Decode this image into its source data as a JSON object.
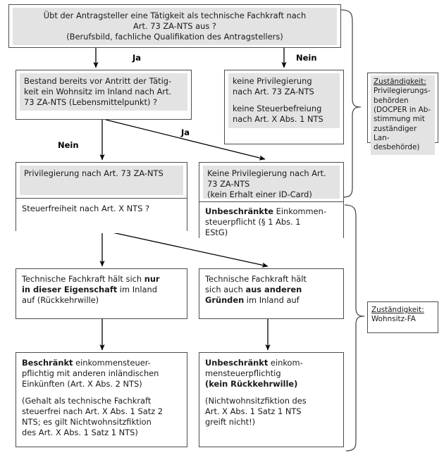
{
  "diagram": {
    "title": "Pruefschema technische Fachkraft Art. 73 ZA-NTS",
    "language": "de",
    "colors": {
      "shaded_fill": "#e3e3e3",
      "box_border": "#4d4d4d",
      "line": "#000000",
      "background": "#ffffff"
    }
  },
  "nodes": {
    "question_top": {
      "line1": "Übt der Antragsteller eine Tätigkeit als technische Fachkraft nach",
      "line2": "Art. 73 ZA-NTS aus ?",
      "line3": "(Berufsbild, fachliche Qualifikation des Antragstellers)"
    },
    "question_residence": {
      "line1": "Bestand bereits vor Antritt der Tätig-",
      "line2": "keit ein Wohnsitz im Inland nach Art.",
      "line3": "73 ZA-NTS (Lebensmittelpunkt) ?"
    },
    "no_privilege_top": {
      "line1": "keine Privilegierung",
      "line2": "nach Art. 73 ZA-NTS",
      "line3": "keine Steuerbefreiung",
      "line4": "nach Art. X Abs. 1 NTS"
    },
    "privilege_box": {
      "header": "Privilegierung nach Art. 73 ZA-NTS",
      "body": "Steuerfreiheit nach Art. X NTS ?"
    },
    "no_privilege_box": {
      "header_line1": "Keine Privilegierung nach Art.",
      "header_line2": "73 ZA-NTS",
      "header_line3": "(kein Erhalt einer ID-Card)",
      "body_bold": "Unbeschränkte",
      "body_rest_line1": " Einkommen-",
      "body_line2": "steuerpflicht (§ 1 Abs. 1",
      "body_line3": "EStG)"
    },
    "only_capacity": {
      "pre": "Technische Fachkraft hält sich ",
      "bold1": "nur",
      "bold2": "in dieser Eigenschaft",
      "mid": " im Inland",
      "post": "auf (Rückkehrwille)"
    },
    "other_reasons": {
      "line1": "Technische Fachkraft hält",
      "line2_pre": "sich auch ",
      "bold1": "aus anderen",
      "bold2": "Gründen",
      "line3_post": " im Inland auf"
    },
    "limited_tax": {
      "bold": "Beschränkt",
      "rest1": " einkommensteuer-",
      "line2": "pflichtig mit anderen inländischen",
      "line3": "Einkünften (Art. X Abs. 2 NTS)",
      "para2_line1": "(Gehalt als technische Fachkraft",
      "para2_line2": "steuerfrei nach Art. X Abs. 1 Satz 2",
      "para2_line3": "NTS; es gilt Nichtwohnsitzfiktion",
      "para2_line4": "des Art. X Abs. 1 Satz 1 NTS)"
    },
    "unlimited_tax": {
      "bold": "Unbeschränkt",
      "rest1": " einkom-",
      "line2": "mensteuerpflichtig",
      "bold_line3": "(kein Rückkehrwille)",
      "para2_line1": "(Nichtwohnsitzfiktion des",
      "para2_line2": "Art. X Abs. 1 Satz 1 NTS",
      "para2_line3": "greift nicht!)"
    },
    "authority_top": {
      "heading": "Zuständigkeit:",
      "line1": "Privilegierungs-",
      "line2": "behörden",
      "line3": "(DOCPER in Ab-",
      "line4": "stimmung mit",
      "line5": "zuständiger Lan-",
      "line6": "desbehörde)"
    },
    "authority_bottom": {
      "heading": "Zuständigkeit:",
      "line1": "Wohnsitz-FA"
    }
  },
  "edges": {
    "ja_top": "Ja",
    "nein_top": "Nein",
    "ja_residence": "Ja",
    "nein_residence": "Nein"
  }
}
